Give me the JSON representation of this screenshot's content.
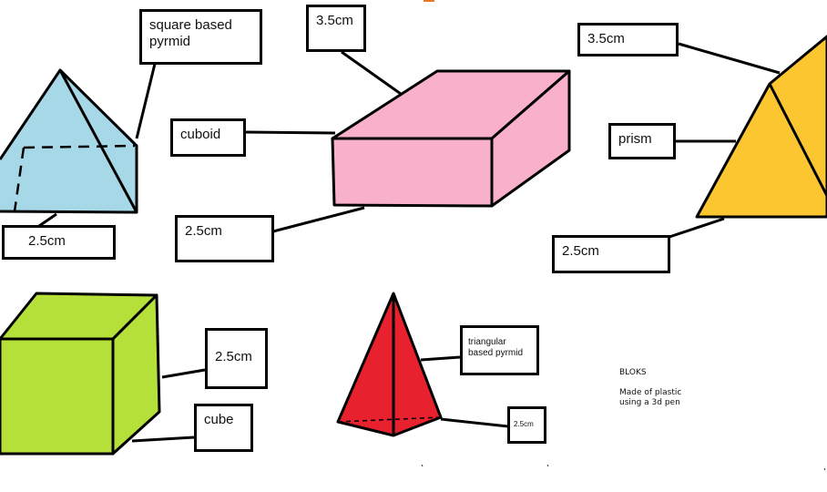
{
  "colors": {
    "pyramid": "#a6d8e8",
    "cuboid": "#f9b0cb",
    "prism": "#fcc630",
    "cube": "#b5e03a",
    "tri_pyramid": "#e8212f",
    "outline": "#000000",
    "accent_mark": "#e87722"
  },
  "shapes": {
    "square_pyramid": {
      "name_label": "square based pyrmid",
      "dim_label": "2.5cm"
    },
    "cuboid": {
      "name_label": "cuboid",
      "dim_top_label": "3.5cm",
      "dim_bottom_label": "2.5cm"
    },
    "prism": {
      "name_label": "prism",
      "dim_top_label": "3.5cm",
      "dim_bottom_label": "2.5cm"
    },
    "cube": {
      "name_label": "cube",
      "dim_label": "2.5cm"
    },
    "triangular_pyramid": {
      "name_label": "triangular based pyrmid",
      "dim_label": "2.5cm"
    }
  },
  "notes": {
    "title": "BLOKS",
    "line1": "Made of plastic",
    "line2": "using a 3d pen"
  }
}
